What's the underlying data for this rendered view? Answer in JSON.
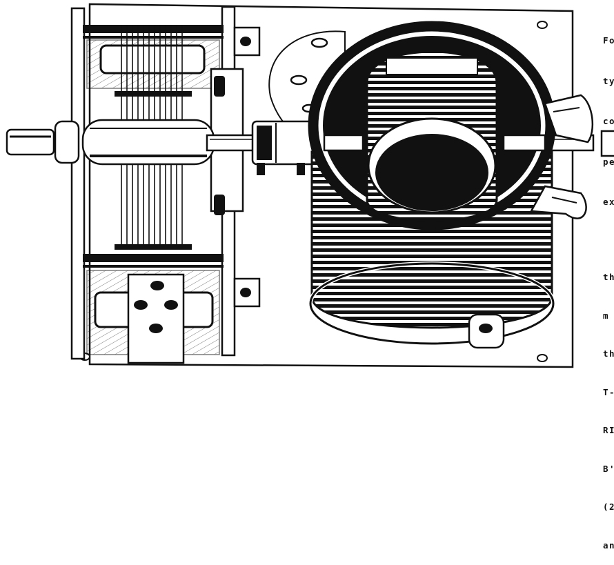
{
  "figure": {
    "subject": "variable-capacitor-and-coil-assembly-engraving"
  },
  "side_text": {
    "top_lines": [
      "Fo",
      "ty",
      "co",
      "pe",
      "ex"
    ],
    "bottom_lines": [
      "th",
      "m",
      "th",
      "T-",
      "RI",
      "B'",
      "(2",
      "an"
    ]
  },
  "colors": {
    "ink": "#111111",
    "paper": "#ffffff"
  }
}
